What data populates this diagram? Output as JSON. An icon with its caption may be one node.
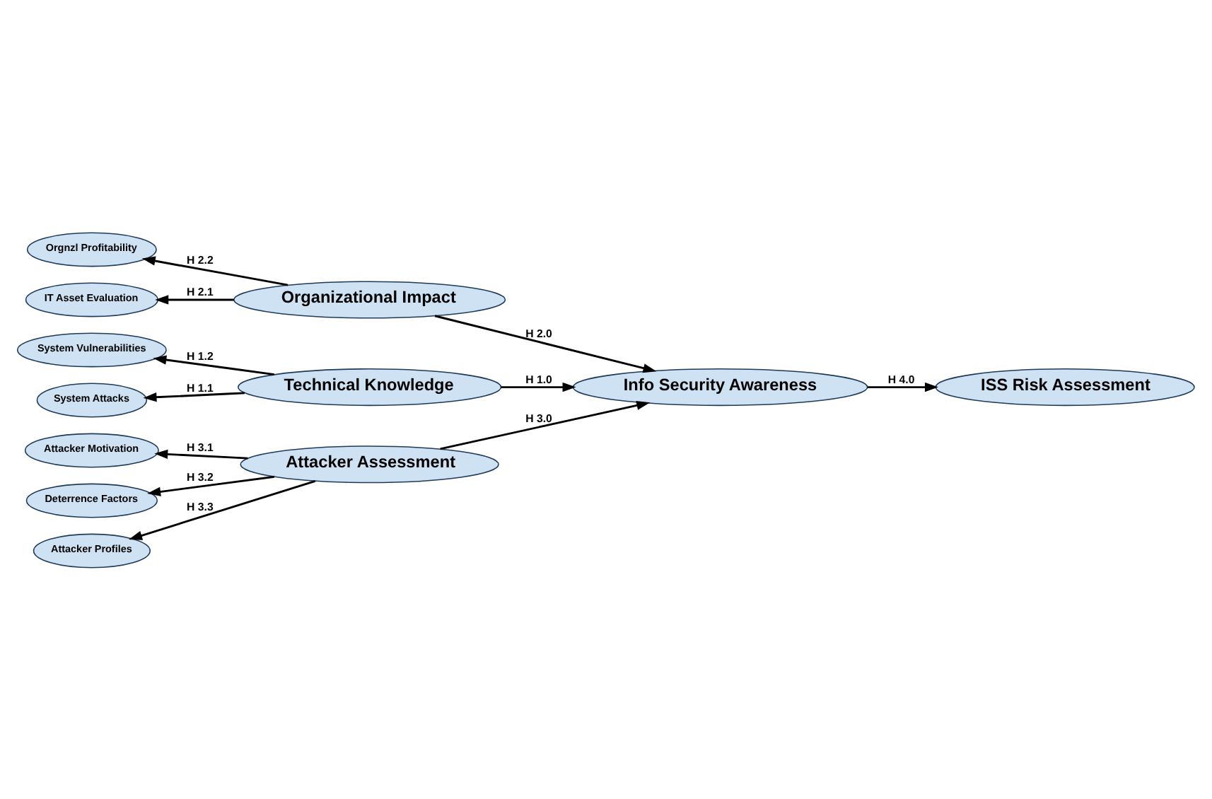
{
  "diagram": {
    "nodes": [
      {
        "text": [
          "System Attacks"
        ]
      },
      {
        "text": [
          "System Vulnerabilities"
        ]
      },
      {
        "text": [
          "Technical Knowledge"
        ]
      },
      {
        "text": [
          "IT Asset Evaluation"
        ]
      },
      {
        "text": [
          "Organizational Impact"
        ]
      },
      {
        "text": [
          "Info Security Awareness"
        ]
      },
      {
        "text": [
          "ISS Risk Assessment"
        ]
      },
      {
        "text": [
          "Orgnzl Profitability"
        ]
      },
      {
        "text": [
          "Attacker Assessment"
        ]
      },
      {
        "text": [
          "Attacker Motivation"
        ]
      },
      {
        "text": [
          "Deterrence Factors"
        ]
      },
      {
        "text": [
          "Attacker Profiles"
        ]
      }
    ],
    "edges": [
      {
        "from": 2,
        "to": 0,
        "arrow": "to",
        "label": "H 1.1"
      },
      {
        "from": 2,
        "to": 1,
        "arrow": "to",
        "label": "H 1.2"
      },
      {
        "from": 2,
        "to": 5,
        "arrow": "to",
        "label": "H 1.0"
      },
      {
        "from": 4,
        "to": 3,
        "arrow": "to",
        "label": "H 2.1"
      },
      {
        "from": 4,
        "to": 5,
        "arrow": "to",
        "label": "H 2.0"
      },
      {
        "from": 4,
        "to": 7,
        "arrow": "to",
        "label": "H 2.2"
      },
      {
        "from": 5,
        "to": 6,
        "arrow": "to",
        "label": "H 4.0"
      },
      {
        "from": 8,
        "to": 5,
        "arrow": "to",
        "label": "H 3.0"
      },
      {
        "from": 8,
        "to": 9,
        "arrow": "to",
        "label": "H 3.1"
      },
      {
        "from": 8,
        "to": 10,
        "arrow": "to",
        "label": "H 3.2"
      },
      {
        "from": 8,
        "to": 11,
        "arrow": "to",
        "label": "H 3.3"
      }
    ]
  }
}
